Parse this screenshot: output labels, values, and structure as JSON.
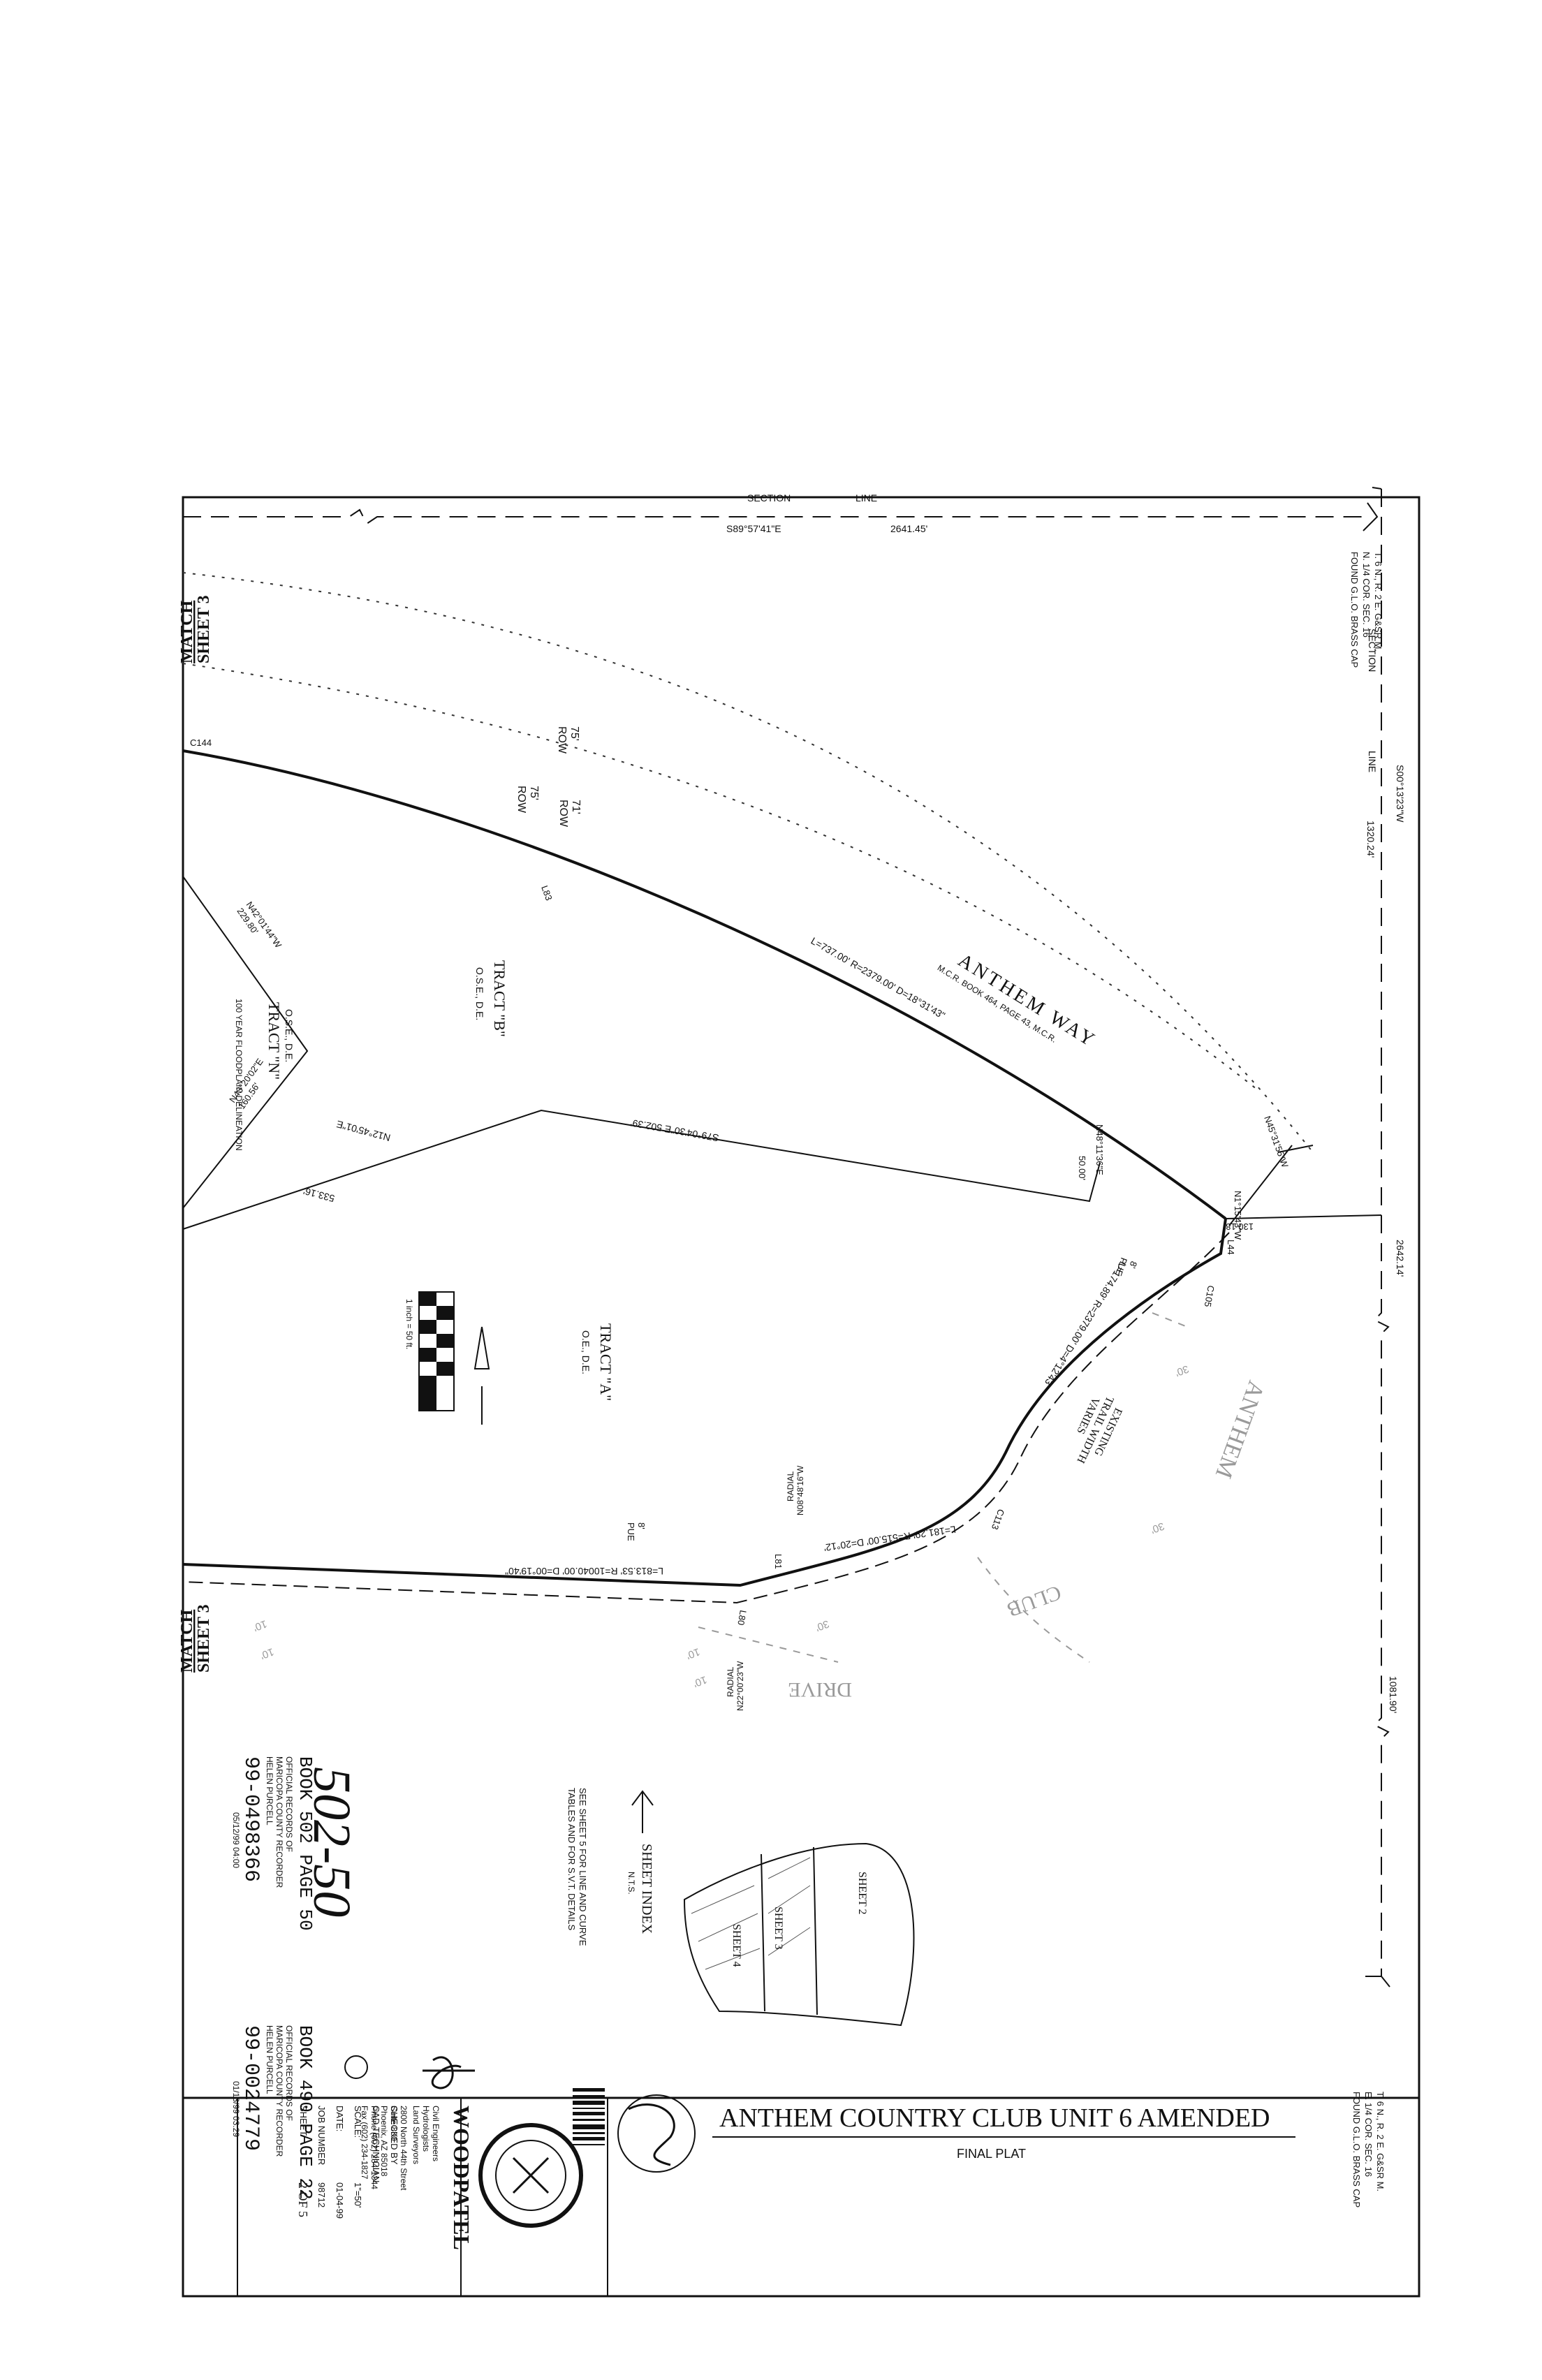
{
  "title": "ANTHEM COUNTRY CLUB UNIT 6 AMENDED",
  "subtitle": "FINAL PLAT",
  "handwritten_no": "502-50",
  "section_line_top": {
    "label_a": "SECTION",
    "label_b": "LINE",
    "bearing": "S89°57'41\"E",
    "distance": "2641.45'"
  },
  "section_line_right": {
    "label_a": "SECTION",
    "label_b": "LINE",
    "bearing": "S00°13'23\"W",
    "dist_upper": "1320.24'",
    "dist_mid": "2642.14'",
    "dist_lower": "1081.90'"
  },
  "corner_top": {
    "l1": "FOUND G.L.O. BRASS CAP",
    "l2": "N. 1/4 COR. SEC. 16",
    "l3": "T. 6 N., R. 2 E. G&SR M."
  },
  "corner_bottom": {
    "l1": "FOUND G.L.O. BRASS CAP",
    "l2": "E. 1/4 COR. SEC. 16",
    "l3": "T. 6 N., R. 2 E. G&SR M."
  },
  "match_top": {
    "l1": "MATCH",
    "l2": "SHEET 3"
  },
  "match_bottom": {
    "l1": "MATCH",
    "l2": "SHEET 3"
  },
  "row_labels": {
    "r1": "75'",
    "r1b": "ROW",
    "r2": "75'",
    "r2b": "ROW",
    "r3": "71'",
    "r3b": "ROW"
  },
  "curve_labels": {
    "c144": "C144",
    "l83": "L83",
    "l81": "L81",
    "l80": "L80",
    "c105": "C105",
    "c113": "C113",
    "l44": "L44"
  },
  "curve_anthem": "L=737.00' R=2379.00' D=18°31'43\"",
  "curve_drive_1": "L=174.89' R=2379.00' D=4°12'43\"",
  "curve_drive_2": "L=181.29' R=515.00' D=20°12'",
  "curve_drive_3": "L=813.53' R=10040.00' D=00°19'40\"",
  "anthem_way": {
    "name": "ANTHEM WAY",
    "ref": "M.C.R. BOOK 464, PAGE 43, M.C.R."
  },
  "tract_b": {
    "name": "TRACT \"B\"",
    "sub": "O.S.E., D.E."
  },
  "tract_a": {
    "name": "TRACT \"A\"",
    "sub": "O.E., D.E."
  },
  "tract_n": {
    "name": "TRACT \"N\"",
    "sub": "O.S.E., D.E.",
    "flood": "100 YEAR FLOODPLAIN DELINEATION"
  },
  "bearings": {
    "b1": "S79°04'30\"E  502.39'",
    "b2": "N12°45'01\"E",
    "b3": "533.16'",
    "b4": "N48°11'36\"E",
    "b5": "50.00'",
    "b6": "N45°31'55\"W",
    "b7": "N42°01'44\"W",
    "b8": "229.80'",
    "b9": "N43°20'02\"E",
    "b10": "160.56'",
    "b11": "N1°15'43\"W",
    "b12": "130.18'"
  },
  "pue": {
    "p1": "8'",
    "p1b": "PUE",
    "p2": "8'",
    "p2b": "PUE"
  },
  "radial": {
    "r1": "RADIAL",
    "r1b": "N08°48'16\"W",
    "r2": "RADIAL",
    "r2b": "N22°00'23\"W"
  },
  "trail": {
    "l1": "EXISTING",
    "l2": "TRAIL WIDTH",
    "l3": "VARIES"
  },
  "faded": {
    "anthem": "ANTHEM",
    "club": "CLUB",
    "drive": "DRIVE",
    "w1": "30'",
    "w2": "30'",
    "w3": "30'",
    "w4": "10'",
    "w5": "10'",
    "w6": "10'",
    "w7": "10'"
  },
  "scale": {
    "label": "1 inch = 50 ft."
  },
  "sheet_index": {
    "title": "SHEET INDEX",
    "nts": "N.T.S.",
    "s2": "SHEET 2",
    "s3": "SHEET 3",
    "s4": "SHEET 4"
  },
  "see_sheet": {
    "l1": "SEE SHEET 5 FOR LINE AND CURVE",
    "l2": "TABLES AND FOR S.V.T. DETAILS"
  },
  "record_1": {
    "book": "BOOK 502 PAGE 50",
    "l1": "OFFICIAL RECORDS OF",
    "l2": "MARICOPA COUNTY RECORDER",
    "l3": "HELEN PURCELL",
    "no": "99-0498366",
    "date": "05/12/99 04:00"
  },
  "record_2": {
    "book": "BOOK 490 PAGE 22",
    "l1": "OFFICIAL RECORDS OF",
    "l2": "MARICOPA COUNTY RECORDER",
    "l3": "HELEN PURCELL",
    "no": "99-0024779",
    "date": "01/13/99 03:29"
  },
  "firm": {
    "name": "WOODPATEL",
    "l1": "Civil Engineers",
    "l2": "Hydrologists",
    "l3": "Land Surveyors",
    "l4": "2800 North 44th Street",
    "l5": "Suite 800",
    "l6": "Phoenix, AZ 85018",
    "l7": "Phone (602) 234-1344",
    "l8": "Fax (602) 234-1827"
  },
  "titleblock": {
    "checked": "CHECKED BY",
    "cad": "CAD TECHNICIAN",
    "scale": "SCALE:",
    "scale_v": "1\"=50'",
    "date": "DATE:",
    "date_v": "01-04-99",
    "job": "JOB NUMBER",
    "job_v": "98712",
    "sheet": "SHEET",
    "sheet_v": "2 OF 5"
  },
  "colors": {
    "ink": "#111111",
    "faded": "#9a9a9a",
    "paper": "#ffffff"
  }
}
